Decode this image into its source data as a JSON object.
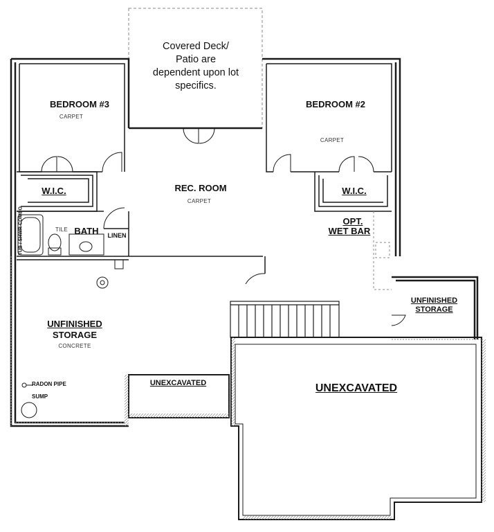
{
  "note": {
    "text": "Covered Deck/ Patio are dependent upon lot specifics."
  },
  "rooms": {
    "bedroom3": {
      "name": "BEDROOM #3",
      "floor": "CARPET"
    },
    "bedroom2": {
      "name": "BEDROOM #2",
      "floor": "CARPET"
    },
    "wic_left": {
      "name": "W.I.C."
    },
    "wic_right": {
      "name": "W.I.C."
    },
    "rec_room": {
      "name": "REC. ROOM",
      "floor": "CARPET"
    },
    "bath": {
      "name": "BATH",
      "floor": "TILE"
    },
    "linen": {
      "name": "LINEN"
    },
    "tub": {
      "label": "TUB / SHWR COMBO"
    },
    "wet_bar": {
      "line1": "OPT.",
      "line2": "WET BAR"
    },
    "unfinished_storage_left": {
      "line1": "UNFINISHED",
      "line2": "STORAGE",
      "floor": "CONCRETE"
    },
    "unfinished_storage_right": {
      "line1": "UNFINISHED",
      "line2": "STORAGE"
    },
    "unexcavated_small": {
      "name": "UNEXCAVATED"
    },
    "unexcavated_large": {
      "name": "UNEXCAVATED"
    },
    "radon": {
      "label": "RADON PIPE"
    },
    "sump": {
      "label": "SUMP"
    }
  },
  "colors": {
    "wall": "#1a1a1a",
    "dashed": "#777777",
    "hatch": "#999999"
  }
}
